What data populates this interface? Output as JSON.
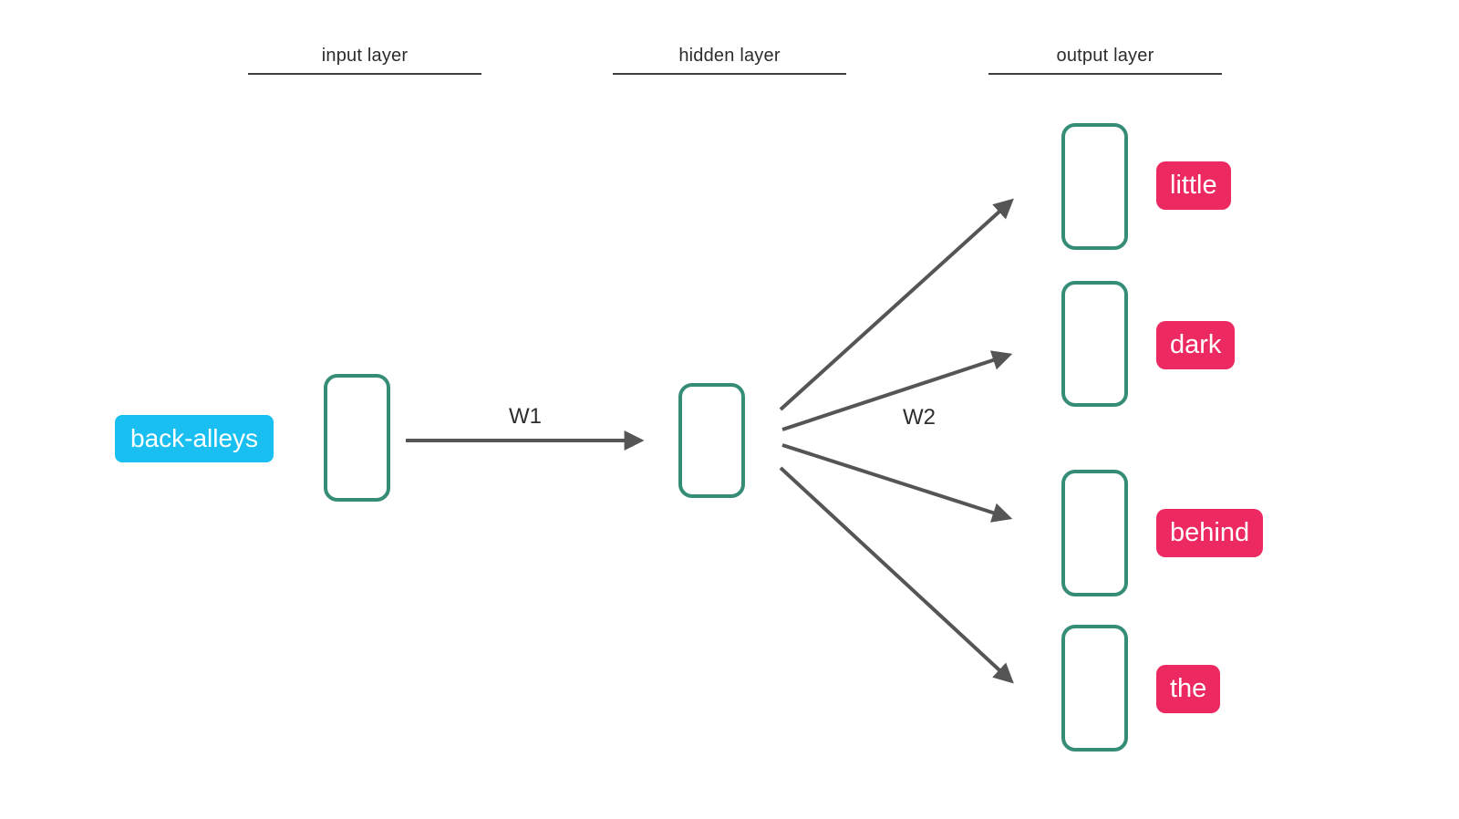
{
  "diagram": {
    "type": "neural-network-word2vec",
    "layer_labels": {
      "input": "input layer",
      "hidden": "hidden layer",
      "output": "output layer"
    },
    "input_word": "back-alleys",
    "weights": {
      "w1": "W1",
      "w2": "W2"
    },
    "output_words": [
      "little",
      "dark",
      "behind",
      "the"
    ],
    "colors": {
      "input_chip": "#18bff0",
      "output_chip": "#ec2a61",
      "node_border": "#358d77",
      "arrow": "#555555",
      "label_text": "#2d2d2d",
      "chip_text": "#ffffff",
      "background": "#ffffff"
    }
  }
}
